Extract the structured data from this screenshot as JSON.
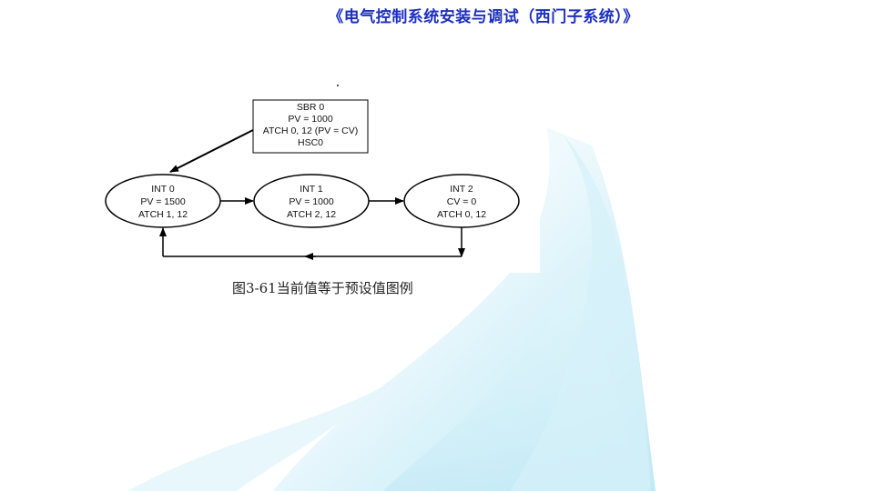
{
  "header": {
    "title": "《电气控制系统安装与调试（西门子系统）》"
  },
  "diagram": {
    "sbr_box": {
      "lines": [
        "SBR 0",
        "PV = 1000",
        "ATCH 0, 12 (PV = CV)",
        "HSC0"
      ]
    },
    "nodes": [
      {
        "lines": [
          "INT 0",
          "PV = 1500",
          "ATCH 1, 12"
        ]
      },
      {
        "lines": [
          "INT 1",
          "PV = 1000",
          "ATCH 2, 12"
        ]
      },
      {
        "lines": [
          "INT 2",
          "CV = 0",
          "ATCH 0, 12"
        ]
      }
    ]
  },
  "caption": {
    "text": "图3-61当前值等于预设值图例"
  },
  "colors": {
    "title": "#1c2fbf",
    "decor": "#d9f3fa"
  }
}
